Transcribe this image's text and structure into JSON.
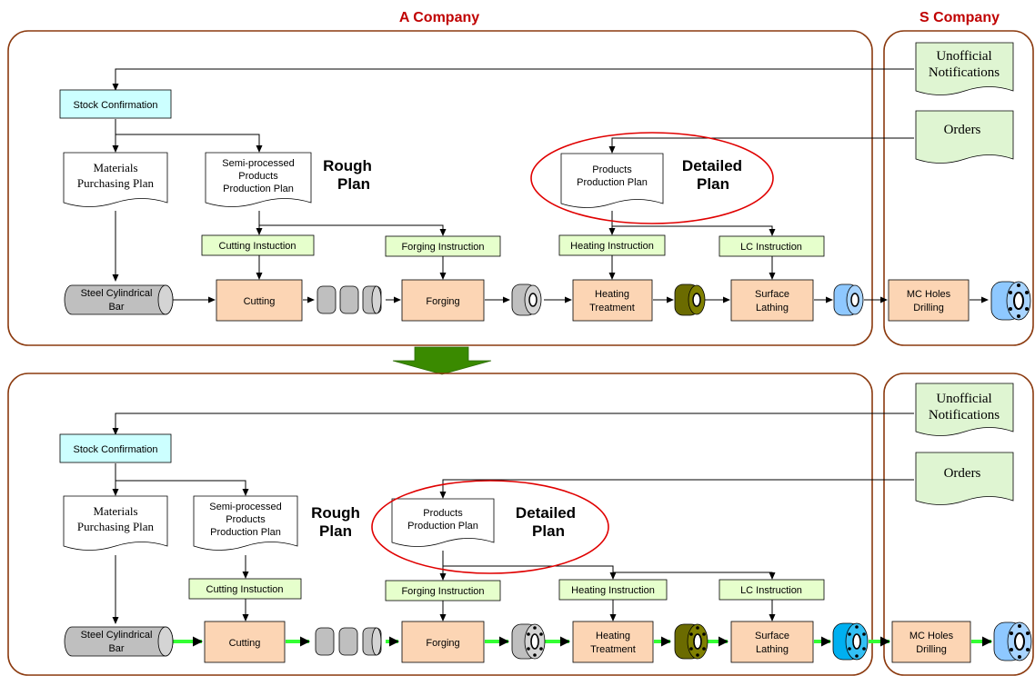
{
  "companies": {
    "a": "A Company",
    "s": "S Company"
  },
  "top": {
    "stock": "Stock Confirmation",
    "materials": [
      "Materials",
      "Purchasing Plan"
    ],
    "semi": [
      "Semi-processed",
      "Products",
      "Production Plan"
    ],
    "rough": [
      "Rough",
      "Plan"
    ],
    "products": [
      "Products",
      "Production Plan"
    ],
    "detailed": [
      "Detailed",
      "Plan"
    ],
    "unofficial": [
      "Unofficial",
      "Notifications"
    ],
    "orders": "Orders",
    "cutting_instr": "Cutting Instuction",
    "forging_instr": "Forging Instruction",
    "heating_instr": "Heating Instruction",
    "lc_instr": "LC Instruction",
    "bar": [
      "Steel Cylindrical",
      "Bar"
    ],
    "cutting": "Cutting",
    "forging": "Forging",
    "heating": [
      "Heating",
      "Treatment"
    ],
    "surface": [
      "Surface",
      "Lathing"
    ],
    "mc": [
      "MC Holes",
      "Drilling"
    ]
  },
  "bottom": {
    "stock": "Stock Confirmation",
    "materials": [
      "Materials",
      "Purchasing Plan"
    ],
    "semi": [
      "Semi-processed",
      "Products",
      "Production Plan"
    ],
    "rough": [
      "Rough",
      "Plan"
    ],
    "products": [
      "Products",
      "Production Plan"
    ],
    "detailed": [
      "Detailed",
      "Plan"
    ],
    "unofficial": [
      "Unofficial",
      "Notifications"
    ],
    "orders": "Orders",
    "cutting_instr": "Cutting Instuction",
    "forging_instr": "Forging Instruction",
    "heating_instr": "Heating Instruction",
    "lc_instr": "LC Instruction",
    "bar": [
      "Steel Cylindrical",
      "Bar"
    ],
    "cutting": "Cutting",
    "forging": "Forging",
    "heating": [
      "Heating",
      "Treatment"
    ],
    "surface": [
      "Surface",
      "Lathing"
    ],
    "mc": [
      "MC Holes",
      "Drilling"
    ]
  },
  "colors": {
    "company_title": "#c00000",
    "frame": "#8b3a0f",
    "stock_fill": "#ccffff",
    "instr_fill": "#e6ffcc",
    "process_fill": "#fcd5b4",
    "orders_fill": "#dff5d2",
    "part_gray": "#bfbfbf",
    "part_olive": "#6b6b00",
    "part_blue": "#8ec8ff",
    "part_blue_bright": "#00b0f0",
    "highlight_circle": "#e00000",
    "transition_arrow": "#3a8a00",
    "flow_green": "#33ff33"
  }
}
